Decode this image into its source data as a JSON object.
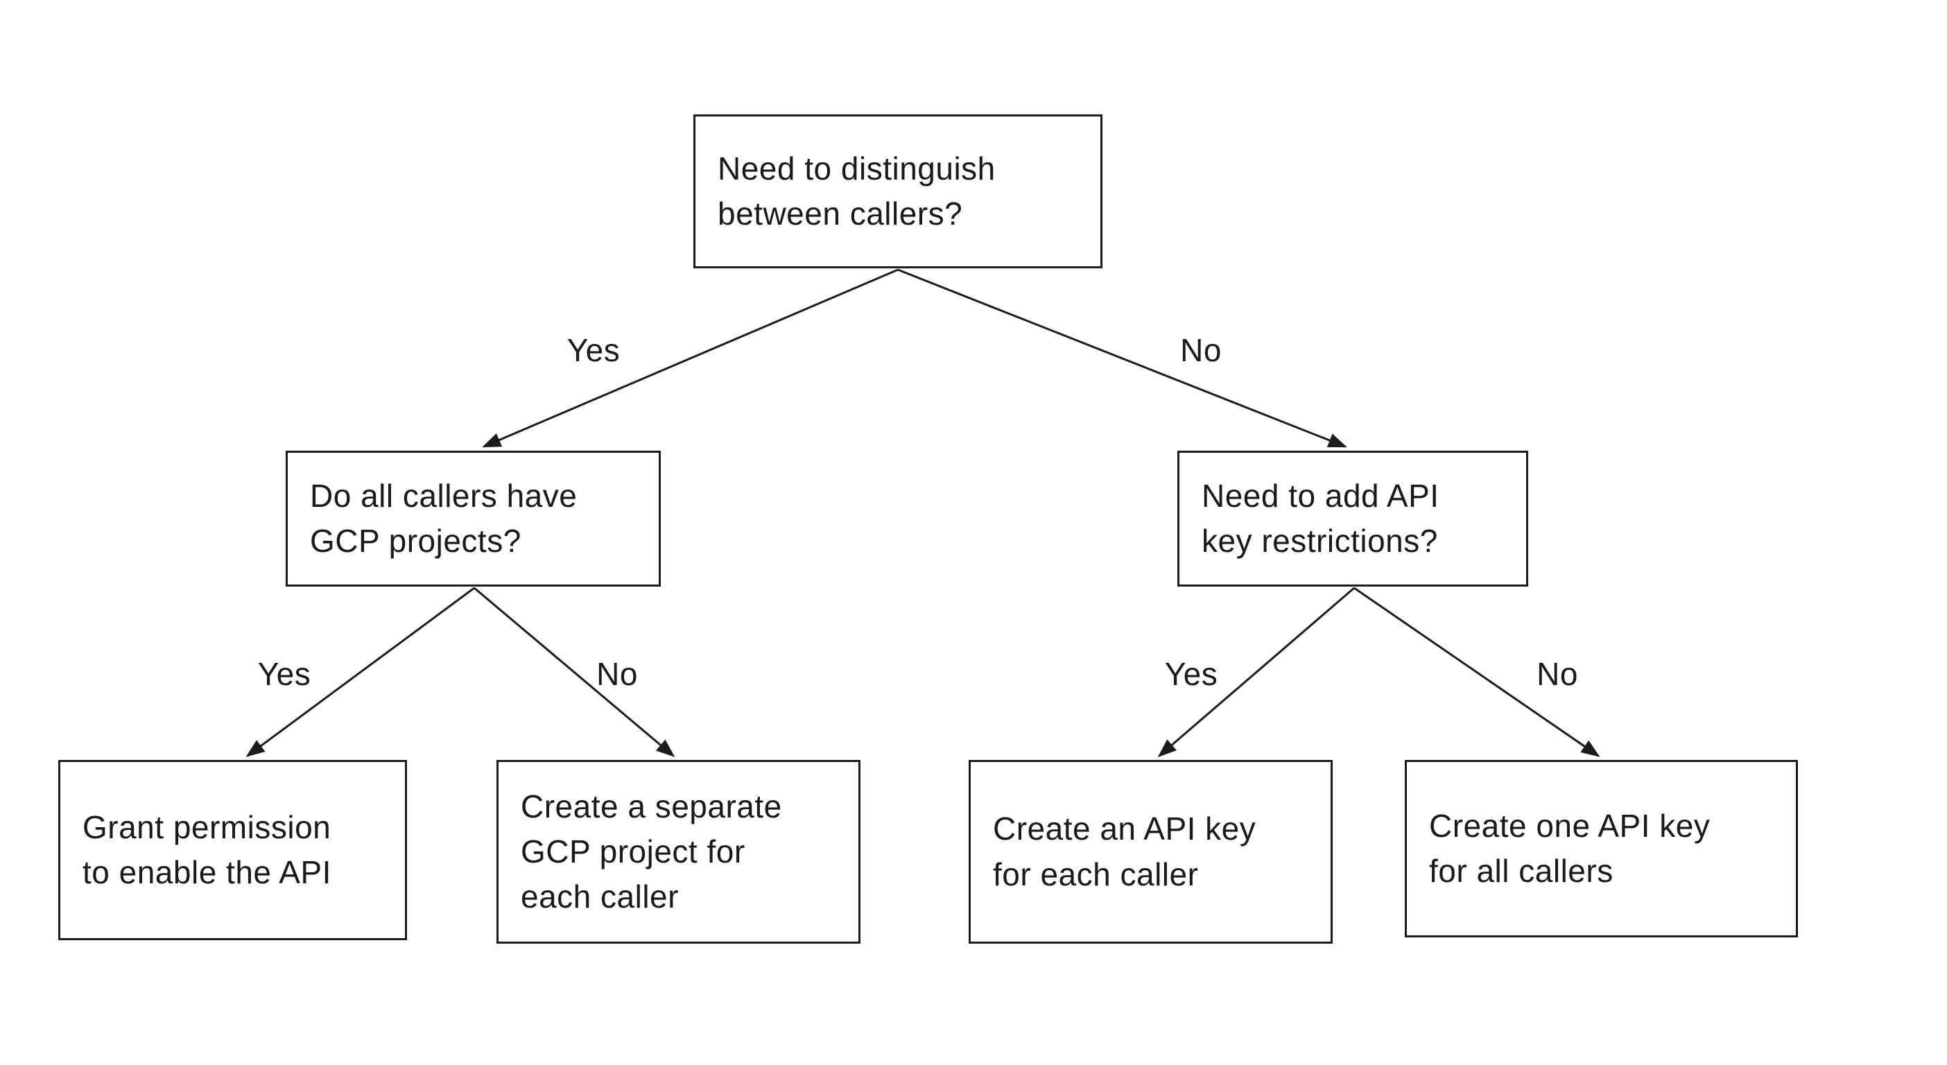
{
  "diagram": {
    "type": "decision-tree-flowchart",
    "colors": {
      "background": "#fefefe",
      "line": "#1c1c1c",
      "text": "#1a1a1a"
    },
    "nodes": {
      "root": "Need to distinguish\nbetween callers?",
      "left_question": "Do all callers have\nGCP projects?",
      "right_question": "Need to add API\nkey restrictions?",
      "leaf_grant_permission": "Grant permission\nto enable the API",
      "leaf_separate_project": "Create a separate\nGCP project for\neach caller",
      "leaf_key_per_caller": "Create an API key\nfor each caller",
      "leaf_one_key": "Create one API key\nfor all callers"
    },
    "edges": {
      "root_yes": "Yes",
      "root_no": "No",
      "left_yes": "Yes",
      "left_no": "No",
      "right_yes": "Yes",
      "right_no": "No"
    }
  }
}
